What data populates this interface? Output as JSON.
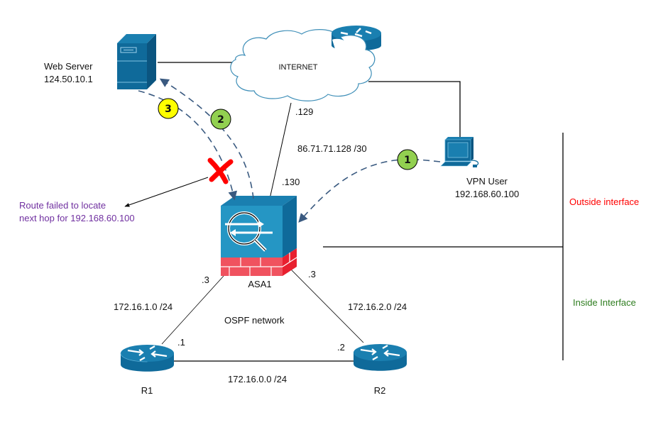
{
  "diagram": {
    "title": "ASA VPN routing failure topology",
    "devices": {
      "web_server": {
        "name": "Web Server",
        "ip": "124.50.10.1",
        "icon": "server-icon"
      },
      "internet": {
        "label": "INTERNET",
        "icon": "cloud-icon"
      },
      "internet_router": {
        "icon": "router-icon"
      },
      "vpn_user": {
        "name": "VPN User",
        "ip": "192.168.60.100",
        "icon": "workstation-icon"
      },
      "asa": {
        "name": "ASA1",
        "icon": "firewall-icon"
      },
      "r1": {
        "name": "R1",
        "icon": "router-icon"
      },
      "r2": {
        "name": "R2",
        "icon": "router-icon"
      }
    },
    "links": {
      "outside_net": "86.71.71.128 /30",
      "outside_internet_side": ".129",
      "outside_asa_side": ".130",
      "asa_r1_net": "172.16.1.0 /24",
      "asa_r1_asa_side": ".3",
      "asa_r1_r1_side": ".1",
      "asa_r2_net": "172.16.2.0 /24",
      "asa_r2_asa_side": ".3",
      "asa_r2_r2_side": ".2",
      "r1_r2_net": "172.16.0.0 /24"
    },
    "area_label": "OSPF network",
    "steps": [
      {
        "number": "1",
        "color": "#92d050"
      },
      {
        "number": "2",
        "color": "#92d050"
      },
      {
        "number": "3",
        "color": "#ffff00"
      }
    ],
    "failure_note": {
      "line1": "Route failed to locate",
      "line2": "next hop for 192.168.60.100",
      "marker": "x-mark-icon",
      "color": "#7030a0"
    },
    "zones": {
      "outside": {
        "label": "Outside interface",
        "color": "#ff0000"
      },
      "inside": {
        "label": "Inside Interface",
        "color": "#2e7d1f"
      }
    },
    "colors": {
      "device_blue": "#0f6a9a",
      "device_light": "#2596c4",
      "firewall_brick": "#f0525f",
      "flow_arrow": "#3a5a80"
    }
  }
}
